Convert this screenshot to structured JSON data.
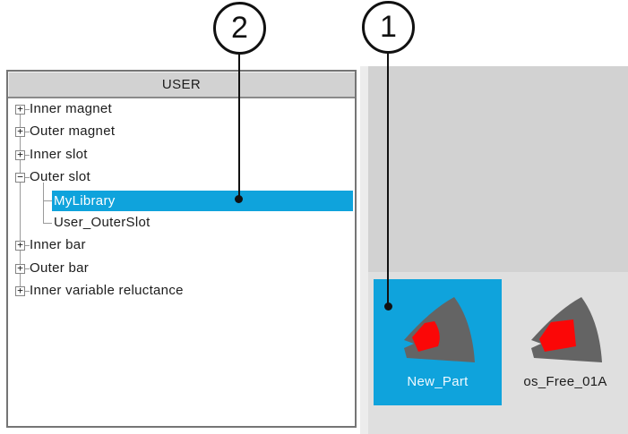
{
  "tree_panel": {
    "header": "USER",
    "items": [
      {
        "label": "Inner magnet",
        "glyph": "+",
        "level": 0,
        "state": "collapsed"
      },
      {
        "label": "Outer magnet",
        "glyph": "+",
        "level": 0,
        "state": "collapsed"
      },
      {
        "label": "Inner slot",
        "glyph": "+",
        "level": 0,
        "state": "collapsed"
      },
      {
        "label": "Outer slot",
        "glyph": "−",
        "level": 0,
        "state": "expanded"
      },
      {
        "label": "MyLibrary",
        "level": 1,
        "selected": true
      },
      {
        "label": "User_OuterSlot",
        "level": 1,
        "selected": false
      },
      {
        "label": "Inner bar",
        "glyph": "+",
        "level": 0,
        "state": "collapsed"
      },
      {
        "label": "Outer bar",
        "glyph": "+",
        "level": 0,
        "state": "collapsed"
      },
      {
        "label": "Inner variable reluctance",
        "glyph": "+",
        "level": 0,
        "state": "collapsed"
      }
    ]
  },
  "gallery": {
    "items": [
      {
        "name": "New_Part",
        "selected": true
      },
      {
        "name": "os_Free_01A",
        "selected": false
      }
    ]
  },
  "callouts": [
    {
      "number": "1",
      "points_to": "New_Part tile"
    },
    {
      "number": "2",
      "points_to": "MyLibrary tree item"
    }
  ],
  "colors": {
    "selection_blue": "#0fa3dc",
    "part_gray": "#646464",
    "part_red": "#fb0707",
    "panel_gray_upper": "#d2d2d2",
    "panel_gray_lower": "#dfdfdf",
    "splitter_strip": "#ececec",
    "header_gray": "#d2d2d2",
    "border_gray": "#757575"
  }
}
